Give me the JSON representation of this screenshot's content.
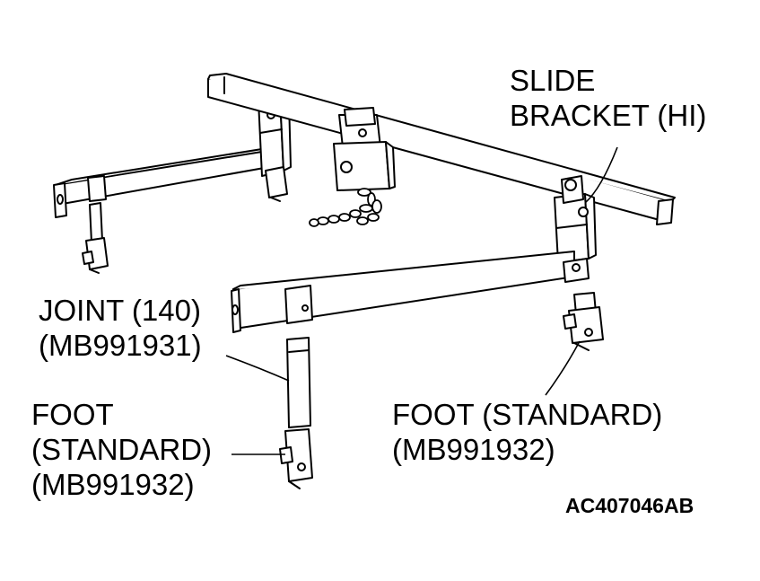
{
  "labels": {
    "slide_bracket": [
      "SLIDE",
      "BRACKET (HI)"
    ],
    "joint": [
      "JOINT (140)",
      "(MB991931)"
    ],
    "foot_left": [
      "FOOT",
      "(STANDARD)",
      "(MB991932)"
    ],
    "foot_right": [
      "FOOT (STANDARD)",
      "(MB991932)"
    ]
  },
  "figure_code": "AC407046AB"
}
